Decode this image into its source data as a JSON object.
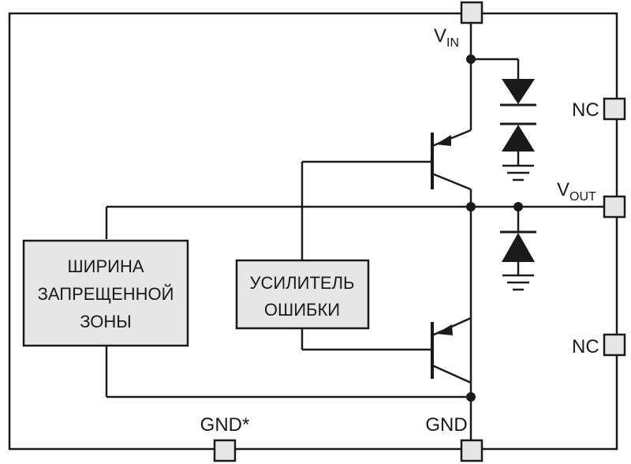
{
  "pins": {
    "vin": {
      "main": "V",
      "sub": "IN"
    },
    "vout": {
      "main": "V",
      "sub": "OUT"
    },
    "nc_top": "NC",
    "nc_bottom": "NC",
    "gnd_star": "GND*",
    "gnd": "GND"
  },
  "blocks": {
    "bandgap": [
      "ШИРИНА",
      "ЗАПРЕЩЕННОЙ",
      "ЗОНЫ"
    ],
    "error_amp": [
      "УСИЛИТЕЛЬ",
      "ОШИБКИ"
    ]
  },
  "colors": {
    "line": "#1a1a1a",
    "block_fill": "#e6e6e6",
    "background": "#ffffff"
  }
}
